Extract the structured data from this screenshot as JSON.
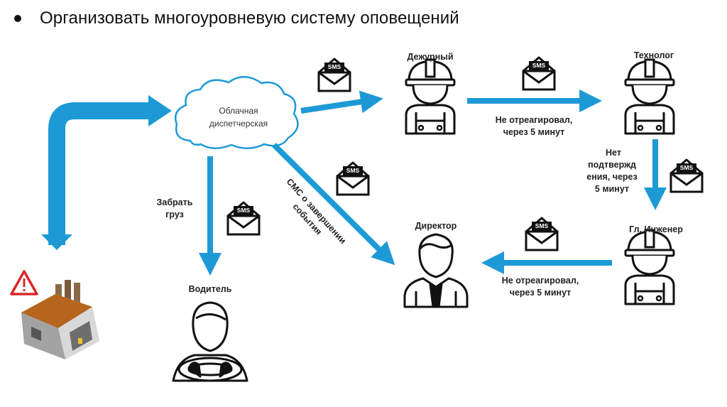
{
  "title": "Организовать многоуровневую систему оповещений",
  "colors": {
    "arrow": "#1d9ad6",
    "icon": "#111111",
    "alert": "#d62828"
  },
  "nodes": {
    "cloud": {
      "line1": "Облачная",
      "line2": "диспетчерская"
    },
    "duty": "Дежурный",
    "technologist": "Технолог",
    "chief_engineer": "Гл. Инженер",
    "director": "Директор",
    "driver": "Водитель"
  },
  "edges": {
    "duty_to_tech": {
      "line1": "Не отреагировал,",
      "line2": "через 5 минут"
    },
    "tech_to_engineer": {
      "line1": "Нет",
      "line2": "подтвержд",
      "line3": "ения, через",
      "line4": "5 минут"
    },
    "engineer_to_director": {
      "line1": "Не отреагировал,",
      "line2": "через 5 минут"
    },
    "cloud_to_driver": {
      "line1": "Забрать",
      "line2": "груз"
    },
    "cloud_to_director": {
      "line1": "СМС о завершении",
      "line2": "события"
    }
  },
  "sms_badge": "SMS",
  "icons": [
    "warning-icon",
    "factory-icon",
    "cloud-icon",
    "worker-icon",
    "director-icon",
    "driver-icon",
    "sms-envelope-icon"
  ]
}
